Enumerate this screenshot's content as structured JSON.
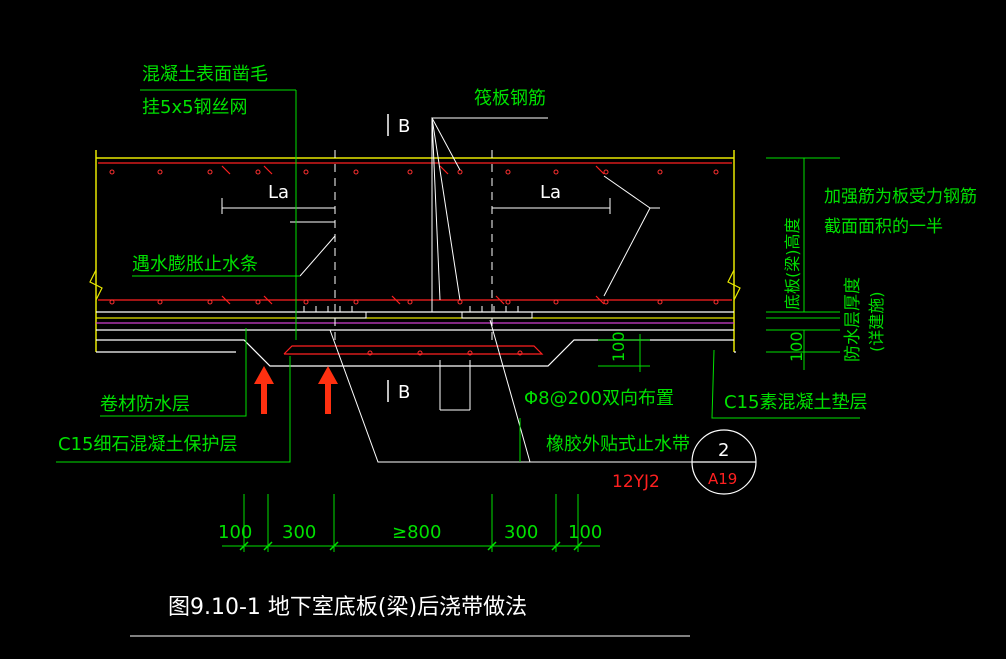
{
  "labels": {
    "surface_roughen": "混凝土表面凿毛",
    "wire_mesh": "挂5x5钢丝网",
    "raft_rebar": "筏板钢筋",
    "section_b_top": "B",
    "section_b_bottom": "B",
    "la_left": "La",
    "la_right": "La",
    "reinforce_note_1": "加强筋为板受力钢筋",
    "reinforce_note_2": "截面面积的一半",
    "swell_strip": "遇水膨胀止水条",
    "slab_height": "底板(梁)高度",
    "waterproof_thickness": "防水层厚度",
    "waterproof_thickness_note": "(详建施)",
    "dim_100_side": "100",
    "dim_100_pit": "100",
    "membrane_waterproof": "卷材防水层",
    "rebar_spec": "Φ8@200双向布置",
    "c15_cushion": "C15素混凝土垫层",
    "c15_protect": "C15细石混凝土保护层",
    "rubber_waterstop": "橡胶外贴式止水带",
    "ref_code": "12YJ2",
    "detail_no": "2",
    "detail_sheet": "A19",
    "dims": [
      "100",
      "300",
      "≥800",
      "300",
      "100"
    ],
    "caption": "图9.10-1 地下室底板(梁)后浇带做法"
  },
  "colors": {
    "green": "#00e000",
    "white": "#ffffff",
    "red": "#ff2020",
    "yellow": "#e8e800",
    "magenta": "#d040d0",
    "arrow": "#ff3010"
  }
}
